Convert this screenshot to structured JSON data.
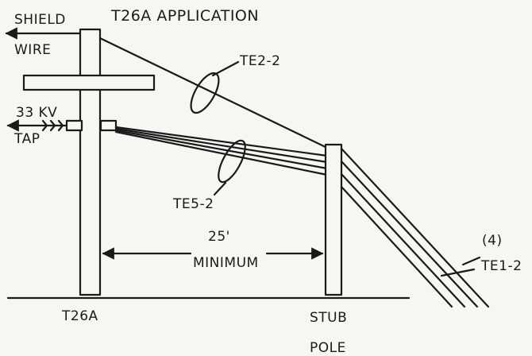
{
  "title": "T26A APPLICATION",
  "labels": {
    "shield_line1": "SHIELD",
    "shield_line2": "WIRE",
    "kv_line1": "33 KV",
    "kv_line2": "TAP",
    "te2": "TE2-2",
    "te5": "TE5-2",
    "distance": "25'",
    "distance_note": "MINIMUM",
    "te1_count": "(4)",
    "te1": "TE1-2",
    "pole_left": "T26A",
    "pole_right_line1": "STUB",
    "pole_right_line2": "POLE"
  },
  "colors": {
    "ink": "#1a1a1a",
    "paper": "#f6f6f3"
  }
}
